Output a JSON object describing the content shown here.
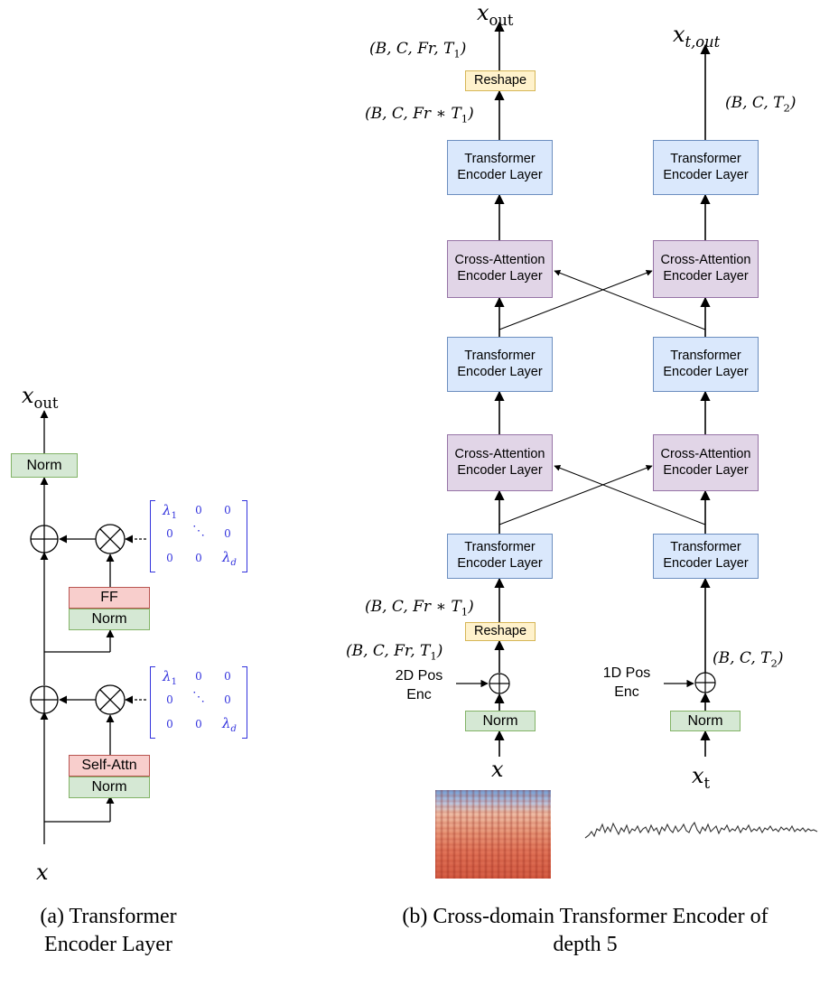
{
  "captions": {
    "a": [
      "(a) Transformer",
      "Encoder Layer"
    ],
    "b": [
      "(b) Cross-domain Transformer Encoder of",
      "depth 5"
    ]
  },
  "left_panel": {
    "output_label": {
      "base": "x",
      "sub": "out"
    },
    "input_label": "x",
    "top_norm": "Norm",
    "ff_block": {
      "top": "FF",
      "bottom": "Norm"
    },
    "attn_block": {
      "top": "Self-Attn",
      "bottom": "Norm"
    },
    "matrix": {
      "lambda_1": "λ₁",
      "lambda_d": "λd",
      "lam": "λ",
      "sub1": "1",
      "subd": "d",
      "zero": "0",
      "dots": "⋱"
    }
  },
  "right_panel": {
    "left_column": {
      "output_label": {
        "base": "x",
        "sub": "out"
      },
      "reshape_top": "Reshape",
      "reshape_bottom": "Reshape",
      "shape_top_after": {
        "text": "(B, C, Fr, T",
        "sub": "1",
        "end": ")"
      },
      "shape_top_before": {
        "text": "(B, C, Fr ∗ T",
        "sub": "1",
        "end": ")"
      },
      "shape_bottom_after": {
        "text": "(B, C, Fr ∗ T",
        "sub": "1",
        "end": ")"
      },
      "shape_bottom_before": {
        "text": "(B, C, Fr, T",
        "sub": "1",
        "end": ")"
      },
      "pos_enc": [
        "2D Pos",
        "Enc"
      ],
      "norm": "Norm",
      "input_label": "x"
    },
    "right_column": {
      "output_label": {
        "base": "x",
        "sub": "t,out"
      },
      "shape_top": {
        "text": "(B, C, T",
        "sub": "2",
        "end": ")"
      },
      "shape_bottom": {
        "text": "(B, C, T",
        "sub": "2",
        "end": ")"
      },
      "pos_enc": [
        "1D Pos",
        "Enc"
      ],
      "norm": "Norm",
      "input_label": {
        "base": "x",
        "sub": "t"
      }
    },
    "layers": {
      "transformer": [
        "Transformer",
        "Encoder Layer"
      ],
      "cross_attention": [
        "Cross-Attention",
        "Encoder Layer"
      ]
    }
  }
}
